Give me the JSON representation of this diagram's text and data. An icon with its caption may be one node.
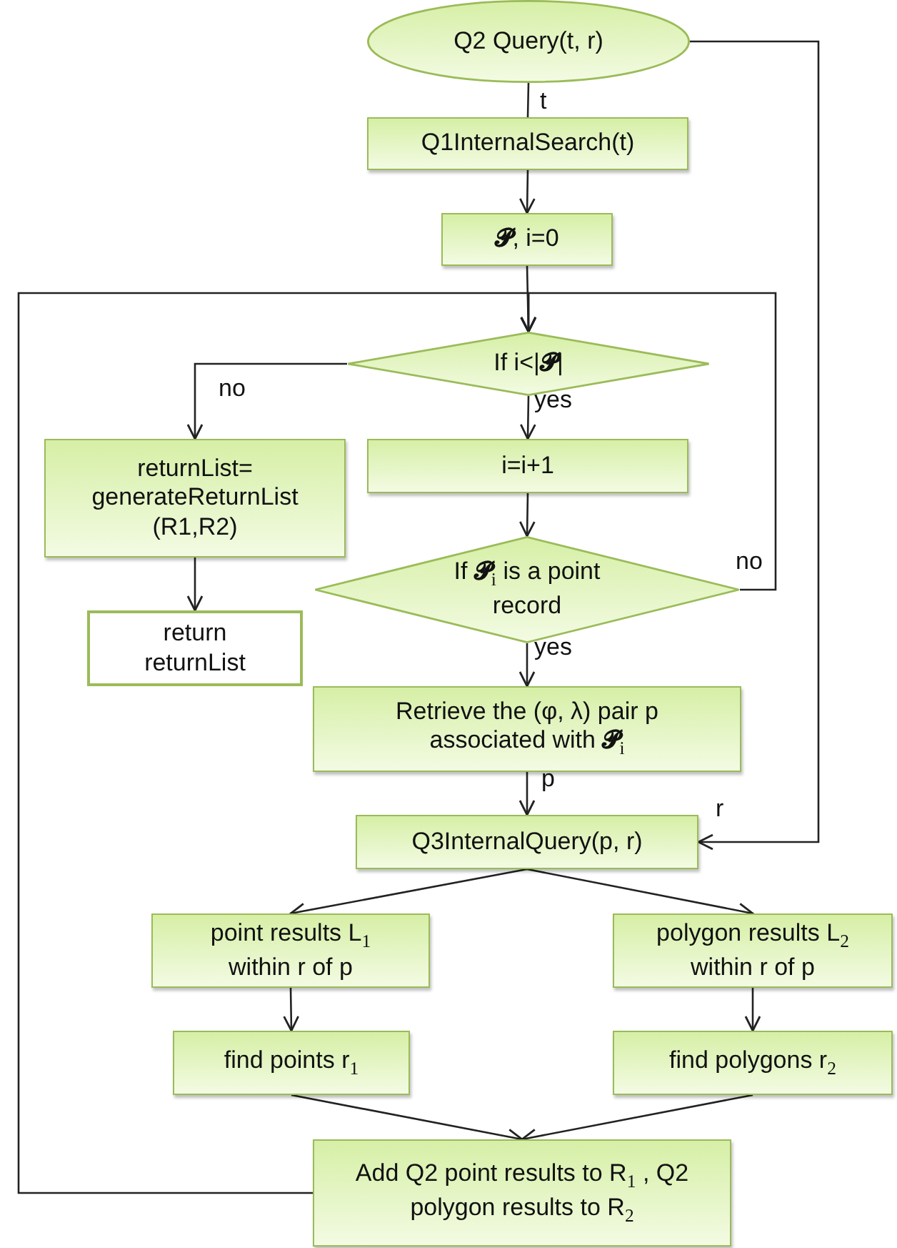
{
  "diagram": {
    "nodes": [
      {
        "text": [
          "Q2 Query(t, r)"
        ]
      },
      {
        "text": [
          "Q1InternalSearch(t)"
        ]
      },
      {
        "text": [
          "**𝓟**, i=0"
        ]
      },
      {
        "text": [
          "If i<|**𝓟**|"
        ]
      },
      {
        "text": [
          "returnList= generateReturnList (R1,R2)"
        ]
      },
      {
        "text": [
          "i=i+1"
        ]
      },
      {
        "text": [
          "If **𝓟**$_{i}$ is a point record"
        ]
      },
      {
        "text": [
          "return returnList"
        ]
      },
      {
        "text": [
          "Retrieve the (φ, λ) pair p associated with **𝓟**$_{i}$"
        ]
      },
      {
        "text": [
          "Q3InternalQuery(p, r)"
        ]
      },
      {
        "text": [
          "point results L$_{1}$ within r of p"
        ]
      },
      {
        "text": [
          "polygon results L$_{2}$ within r of p"
        ]
      },
      {
        "text": [
          "find points r$_{1}$"
        ]
      },
      {
        "text": [
          "find polygons r$_{2}$"
        ]
      },
      {
        "text": [
          "Add Q2 point results to R$_{1}$ , Q2 polygon results to R$_{2}$"
        ]
      }
    ],
    "edges": [
      {
        "from": 0,
        "to": 1,
        "arrow": "none",
        "label": "t"
      },
      {
        "from": 1,
        "to": 2,
        "arrow": "to"
      },
      {
        "from": 2,
        "to": 3,
        "arrow": "to"
      },
      {
        "from": 3,
        "to": 4,
        "arrow": "to",
        "label": "no"
      },
      {
        "from": 3,
        "to": 5,
        "arrow": "to",
        "label": "yes"
      },
      {
        "from": 4,
        "to": 7,
        "arrow": "to"
      },
      {
        "from": 5,
        "to": 6,
        "arrow": "to"
      },
      {
        "from": 6,
        "to": 3,
        "arrow": "to",
        "label": "no"
      },
      {
        "from": 6,
        "to": 8,
        "arrow": "to",
        "label": "yes"
      },
      {
        "from": 8,
        "to": 9,
        "arrow": "to",
        "label": "p"
      },
      {
        "from": 0,
        "to": 9,
        "arrow": "to",
        "label": "r"
      },
      {
        "from": 9,
        "to": 10,
        "arrow": "to"
      },
      {
        "from": 9,
        "to": 11,
        "arrow": "to"
      },
      {
        "from": 10,
        "to": 12,
        "arrow": "to"
      },
      {
        "from": 11,
        "to": 13,
        "arrow": "to"
      },
      {
        "from": 12,
        "to": 14,
        "arrow": "to"
      },
      {
        "from": 13,
        "to": 14,
        "arrow": "to"
      },
      {
        "from": 14,
        "to": 3,
        "arrow": "to"
      }
    ]
  }
}
